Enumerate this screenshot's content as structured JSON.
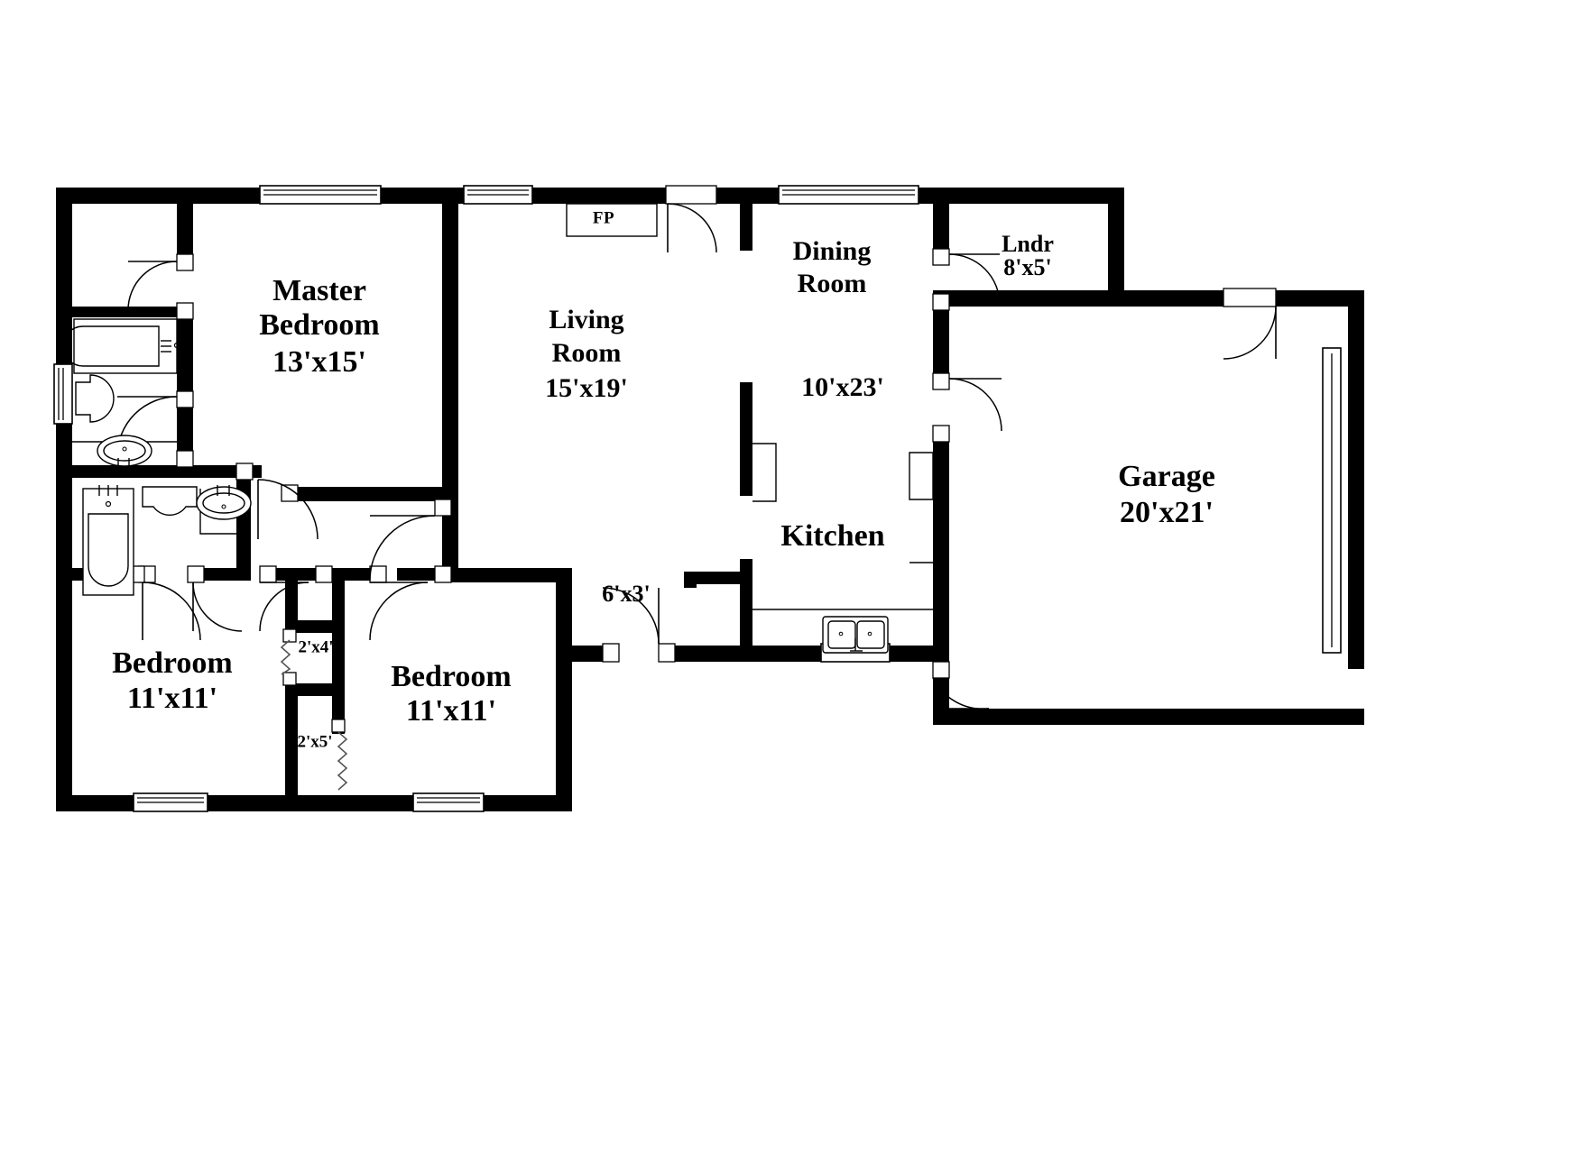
{
  "document": {
    "type": "residential-floor-plan",
    "background_color": "#ffffff",
    "line_color": "#000000"
  },
  "rooms": [
    {
      "key": "master_bedroom",
      "name_line1": "Master",
      "name_line2": "Bedroom",
      "dimensions": "13'x15'"
    },
    {
      "key": "living_room",
      "name_line1": "Living",
      "name_line2": "Room",
      "dimensions": "15'x19'"
    },
    {
      "key": "dining_room",
      "name_line1": "Dining",
      "name_line2": "Room",
      "dimensions": "10'x23'"
    },
    {
      "key": "laundry",
      "name_line1": "Lndr",
      "name_line2": "",
      "dimensions": "8'x5'"
    },
    {
      "key": "garage",
      "name_line1": "Garage",
      "name_line2": "",
      "dimensions": "20'x21'"
    },
    {
      "key": "kitchen",
      "name_line1": "Kitchen",
      "name_line2": "",
      "dimensions": ""
    },
    {
      "key": "bedroom_2",
      "name_line1": "Bedroom",
      "name_line2": "",
      "dimensions": "11'x11'"
    },
    {
      "key": "bedroom_3",
      "name_line1": "Bedroom",
      "name_line2": "",
      "dimensions": "11'x11'"
    }
  ],
  "closets": [
    {
      "key": "closet_a",
      "dimensions": "2'x4'"
    },
    {
      "key": "closet_b",
      "dimensions": "2'x5'"
    }
  ],
  "annotations": [
    {
      "key": "fireplace",
      "label": "FP"
    },
    {
      "key": "hall_closet",
      "label": "6'x3'"
    }
  ],
  "fixtures": [
    {
      "key": "master-bathtub",
      "type": "bathtub"
    },
    {
      "key": "master-toilet",
      "type": "toilet"
    },
    {
      "key": "master-sink",
      "type": "sink"
    },
    {
      "key": "hall-bathtub",
      "type": "bathtub"
    },
    {
      "key": "hall-toilet",
      "type": "toilet"
    },
    {
      "key": "hall-sink",
      "type": "sink"
    },
    {
      "key": "kitchen-double-sink",
      "type": "double-sink"
    }
  ]
}
